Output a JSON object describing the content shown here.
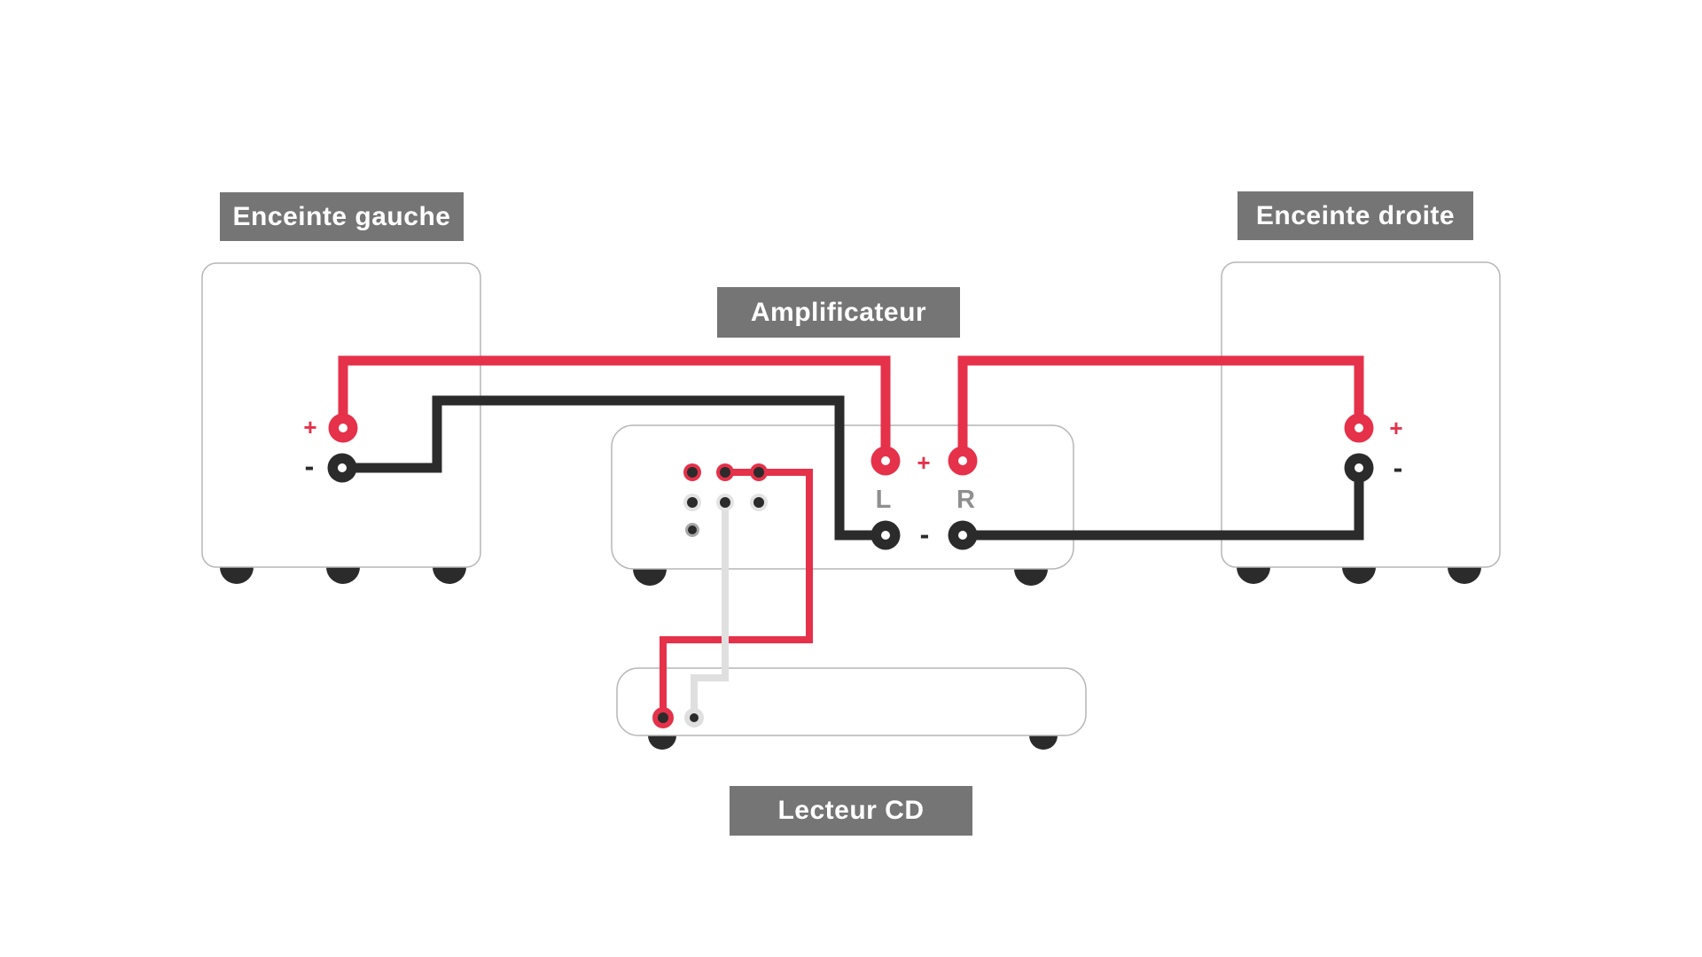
{
  "diagram": {
    "background": "#ffffff",
    "colors": {
      "red": "#e5314a",
      "black": "#2b2b2b",
      "gray_wire": "#dfdfdf",
      "jack_gray": "#e3e3e3",
      "jack_dark_gray": "#a8a8a8",
      "label_bg": "#757575",
      "label_text": "#ffffff",
      "box_border": "#b6b6b6",
      "box_fill": "#ffffff",
      "channel_text": "#8f8f8f",
      "white": "#ffffff"
    },
    "labels": {
      "left_speaker": "Enceinte gauche",
      "amplifier": "Amplificateur",
      "right_speaker": "Enceinte droite",
      "cd_player": "Lecteur CD"
    },
    "amplifier": {
      "left_channel_label": "L",
      "right_channel_label": "R",
      "plus_label": "+",
      "minus_label": "-"
    },
    "left_speaker": {
      "plus_label": "+",
      "minus_label": "-"
    },
    "right_speaker": {
      "plus_label": "+",
      "minus_label": "-"
    }
  }
}
